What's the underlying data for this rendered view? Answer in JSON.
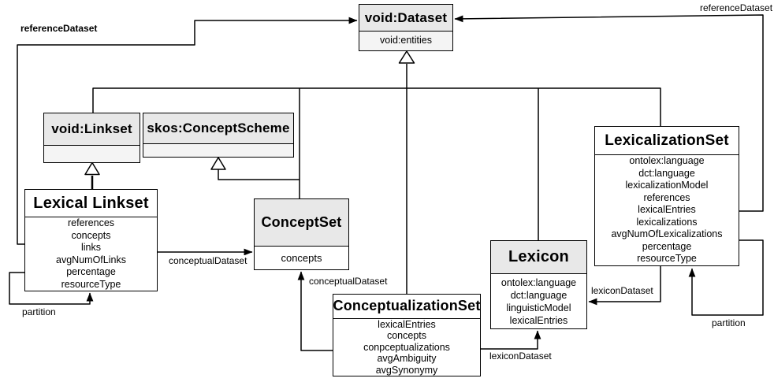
{
  "colors": {
    "background": "#ffffff",
    "box_border": "#000000",
    "header_fill": "#e8e8e8",
    "pale_compartment_fill": "#f4f4f4",
    "box_fill": "#ffffff",
    "connector": "#000000"
  },
  "classes": {
    "void_dataset": {
      "title": "void:Dataset",
      "attributes": [
        "void:entities"
      ]
    },
    "void_linkset": {
      "title": "void:Linkset",
      "attributes": []
    },
    "skos_concept_scheme": {
      "title": "skos:ConceptScheme",
      "attributes": []
    },
    "lexical_linkset": {
      "title": "Lexical Linkset",
      "attributes": [
        "references",
        "concepts",
        "links",
        "avgNumOfLinks",
        "percentage",
        "resourceType"
      ]
    },
    "concept_set": {
      "title": "ConceptSet",
      "attributes": [
        "concepts"
      ]
    },
    "conceptualization_set": {
      "title": "ConceptualizationSet",
      "attributes": [
        "lexicalEntries",
        "concepts",
        "conpceptualizations",
        "avgAmbiguity",
        "avgSynonymy"
      ]
    },
    "lexicon": {
      "title": "Lexicon",
      "attributes": [
        "ontolex:language",
        "dct:language",
        "linguisticModel",
        "lexicalEntries"
      ]
    },
    "lexicalization_set": {
      "title": "LexicalizationSet",
      "attributes": [
        "ontolex:language",
        "dct:language",
        "lexicalizationModel",
        "references",
        "lexicalEntries",
        "lexicalizations",
        "avgNumOfLexicalizations",
        "percentage",
        "resourceType"
      ]
    }
  },
  "edge_labels": {
    "reference_dataset_top_left": "referenceDataset",
    "reference_dataset_top_right": "referenceDataset",
    "conceptual_dataset_left": "conceptualDataset",
    "conceptual_dataset_middle": "conceptualDataset",
    "lexicon_dataset_bottom": "lexiconDataset",
    "lexicon_dataset_right": "lexiconDataset",
    "partition_left": "partition",
    "partition_right": "partition"
  }
}
